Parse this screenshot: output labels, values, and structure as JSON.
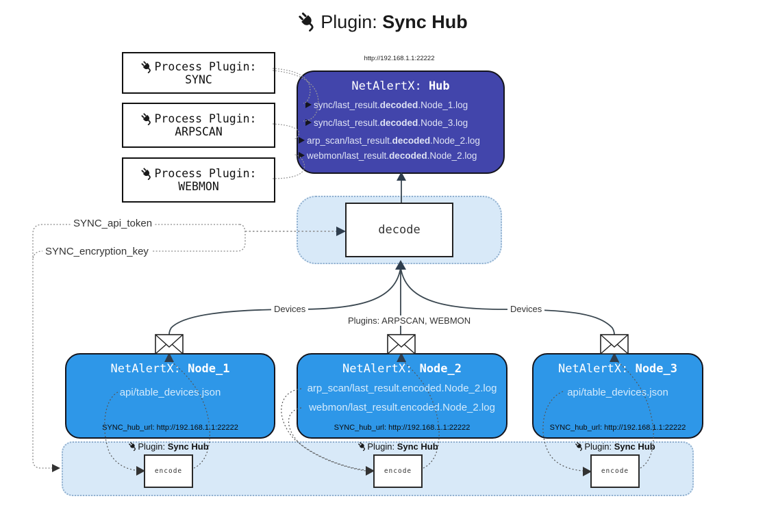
{
  "title": {
    "prefix": "Plugin: ",
    "bold": "Sync Hub"
  },
  "hub": {
    "url": "http://192.168.1.1:22222",
    "name_prefix": "NetAlertX: ",
    "name_bold": "Hub",
    "lines": [
      {
        "pre": "sync/last_result.",
        "bold": "decoded",
        "post": ".Node_1.log"
      },
      {
        "pre": "sync/last_result.",
        "bold": "decoded",
        "post": ".Node_3.log"
      },
      {
        "pre": "arp_scan/last_result.",
        "bold": "decoded",
        "post": ".Node_2.log"
      },
      {
        "pre": "webmon/last_result.",
        "bold": "decoded",
        "post": ".Node_2.log"
      }
    ]
  },
  "process_plugins": [
    {
      "label": "Process Plugin:",
      "name": "SYNC"
    },
    {
      "label": "Process Plugin:",
      "name": "ARPSCAN"
    },
    {
      "label": "Process Plugin:",
      "name": "WEBMON"
    }
  ],
  "decode": {
    "label": "decode"
  },
  "config": {
    "api_token": "SYNC_api_token",
    "encryption_key": "SYNC_encryption_key"
  },
  "edge_labels": {
    "devices_left": "Devices",
    "devices_right": "Devices",
    "plugins_mid": "Plugins: ARPSCAN, WEBMON"
  },
  "nodes": [
    {
      "name_prefix": "NetAlertX: ",
      "name_bold": "Node_1",
      "lines": [
        "api/table_devices.json"
      ],
      "footer": "SYNC_hub_url: http://192.168.1.1:22222"
    },
    {
      "name_prefix": "NetAlertX: ",
      "name_bold": "Node_2",
      "lines": [
        "arp_scan/last_result.encoded.Node_2.log",
        "webmon/last_result.encoded.Node_2.log"
      ],
      "footer": "SYNC_hub_url: http://192.168.1.1:22222"
    },
    {
      "name_prefix": "NetAlertX: ",
      "name_bold": "Node_3",
      "lines": [
        "api/table_devices.json"
      ],
      "footer": "SYNC_hub_url: http://192.168.1.1:22222"
    }
  ],
  "encode": {
    "label": "encode",
    "plugin_prefix": "Plugin: ",
    "plugin_bold": "Sync Hub"
  },
  "icons": {
    "plug": "plug-icon",
    "envelope": "envelope-icon"
  },
  "colors": {
    "hub_bg": "#4245ab",
    "node_bg": "#2e97e8",
    "strip_bg": "#d8e9f8",
    "strip_border": "#90afce",
    "solid_line": "#3a4750",
    "dotted_line": "#8a8a8a"
  }
}
